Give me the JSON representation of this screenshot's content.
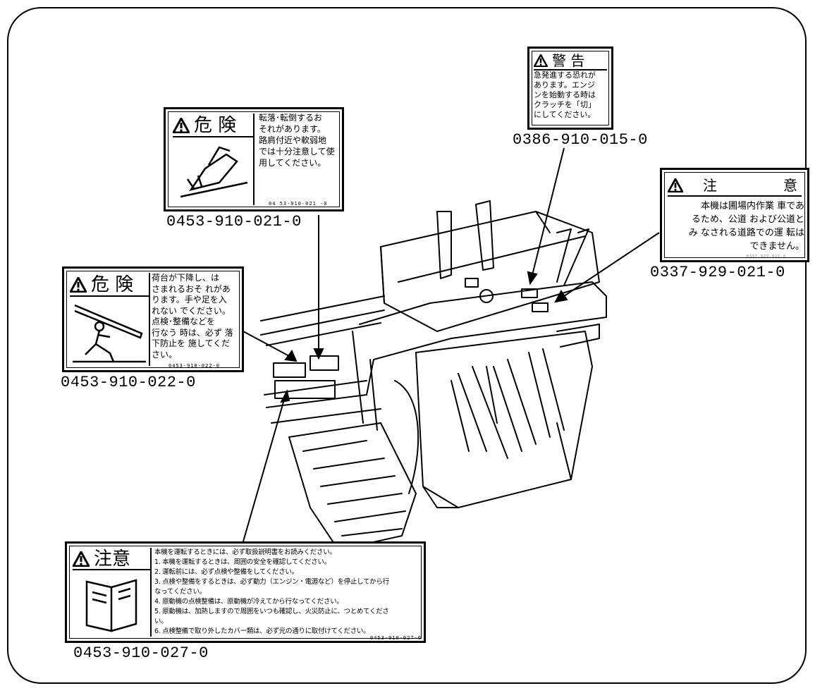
{
  "labels": {
    "danger_fall": {
      "heading": "危 険",
      "text": "転落･転倒するお\nそれがあります。\n  路肩付近や軟弱地\nでは十分注意して使\n用してください。",
      "code": "04 53-910-021 -0",
      "part_number": "0453-910-021-0"
    },
    "warning_start": {
      "heading": "警  告",
      "text": "急発進する恐れが\nあります。エンジ\nンを始動する時は\nクラッチを「切」\nにしてください。",
      "part_number": "0386-910-015-0"
    },
    "caution_road": {
      "heading": "注",
      "heading2": "意",
      "text": "本機は圃場内作業 車であ\nるため、公道 および公道と\nみ なされる道路での運 転は\nできません。",
      "code": "0337-929-021-0",
      "part_number": "0337-929-021-0"
    },
    "danger_bed": {
      "heading": "危 険",
      "text": "荷台が下降し、は\nさまれるおそ れがあ\nります。手や足を入\nれない でください。\n点検･整備などを\n行なう 時は、必ず 落\n下防止を 施してくだ\nさい。",
      "code": "0453-910-022-0",
      "part_number": "0453-910-022-0"
    },
    "caution_manual": {
      "heading": "注意",
      "lines": [
        "本機を運転するときには、必ず取扱説明書をお読みください。",
        "1. 本機を運転するときは、周囲の安全を確認してください。",
        "2. 運転前には、必ず点検や整備をしてください。",
        "3. 点検や整備をするときは、必ず動力（エンジン・電源など）を停止してから行",
        "    なってください。",
        "4. 原動機の点検整備は、原動機が冷えてから行なってください。",
        "5. 原動機は、加熱しますので周囲をいつも確認し、火災防止に、つとめてくださ",
        "    い。",
        "6. 点検整備で取り外したカバー類は、必ず元の通りに取付けてください。"
      ],
      "code": "0453-910-027-0",
      "part_number": "0453-910-027-0"
    }
  }
}
